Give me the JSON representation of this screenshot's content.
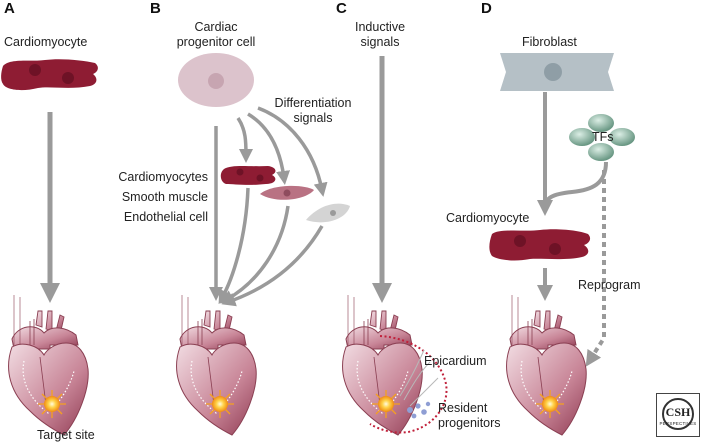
{
  "panels": {
    "a": {
      "letter": "A",
      "title": "Cardiomyocyte",
      "target": "Target site"
    },
    "b": {
      "letter": "B",
      "title_line1": "Cardiac",
      "title_line2": "progenitor cell",
      "signals_line1": "Differentiation",
      "signals_line2": "signals",
      "cell_types": [
        "Cardiomyocytes",
        "Smooth muscle",
        "Endothelial cell"
      ]
    },
    "c": {
      "letter": "C",
      "title_line1": "Inductive",
      "title_line2": "signals",
      "epicardium": "Epicardium",
      "resident_line1": "Resident",
      "resident_line2": "progenitors"
    },
    "d": {
      "letter": "D",
      "title": "Fibroblast",
      "tfs": "TFs",
      "cardiomyocyte": "Cardiomyocyte",
      "reprogram": "Reprogram"
    }
  },
  "logo": {
    "main": "CSH",
    "sub": "PERSPECTIVES"
  },
  "colors": {
    "cardiomyocyte": "#8e1c33",
    "cardiomyocyte_nucleus": "#6e1226",
    "progenitor": "#dcc3cc",
    "smooth_muscle": "#b97283",
    "endothelial": "#d4d4d4",
    "fibroblast": "#b5c0c6",
    "tf": "#6f9e89",
    "arrow": "#9a9a9a",
    "heart": "#a55066",
    "target": "#f5a020"
  }
}
